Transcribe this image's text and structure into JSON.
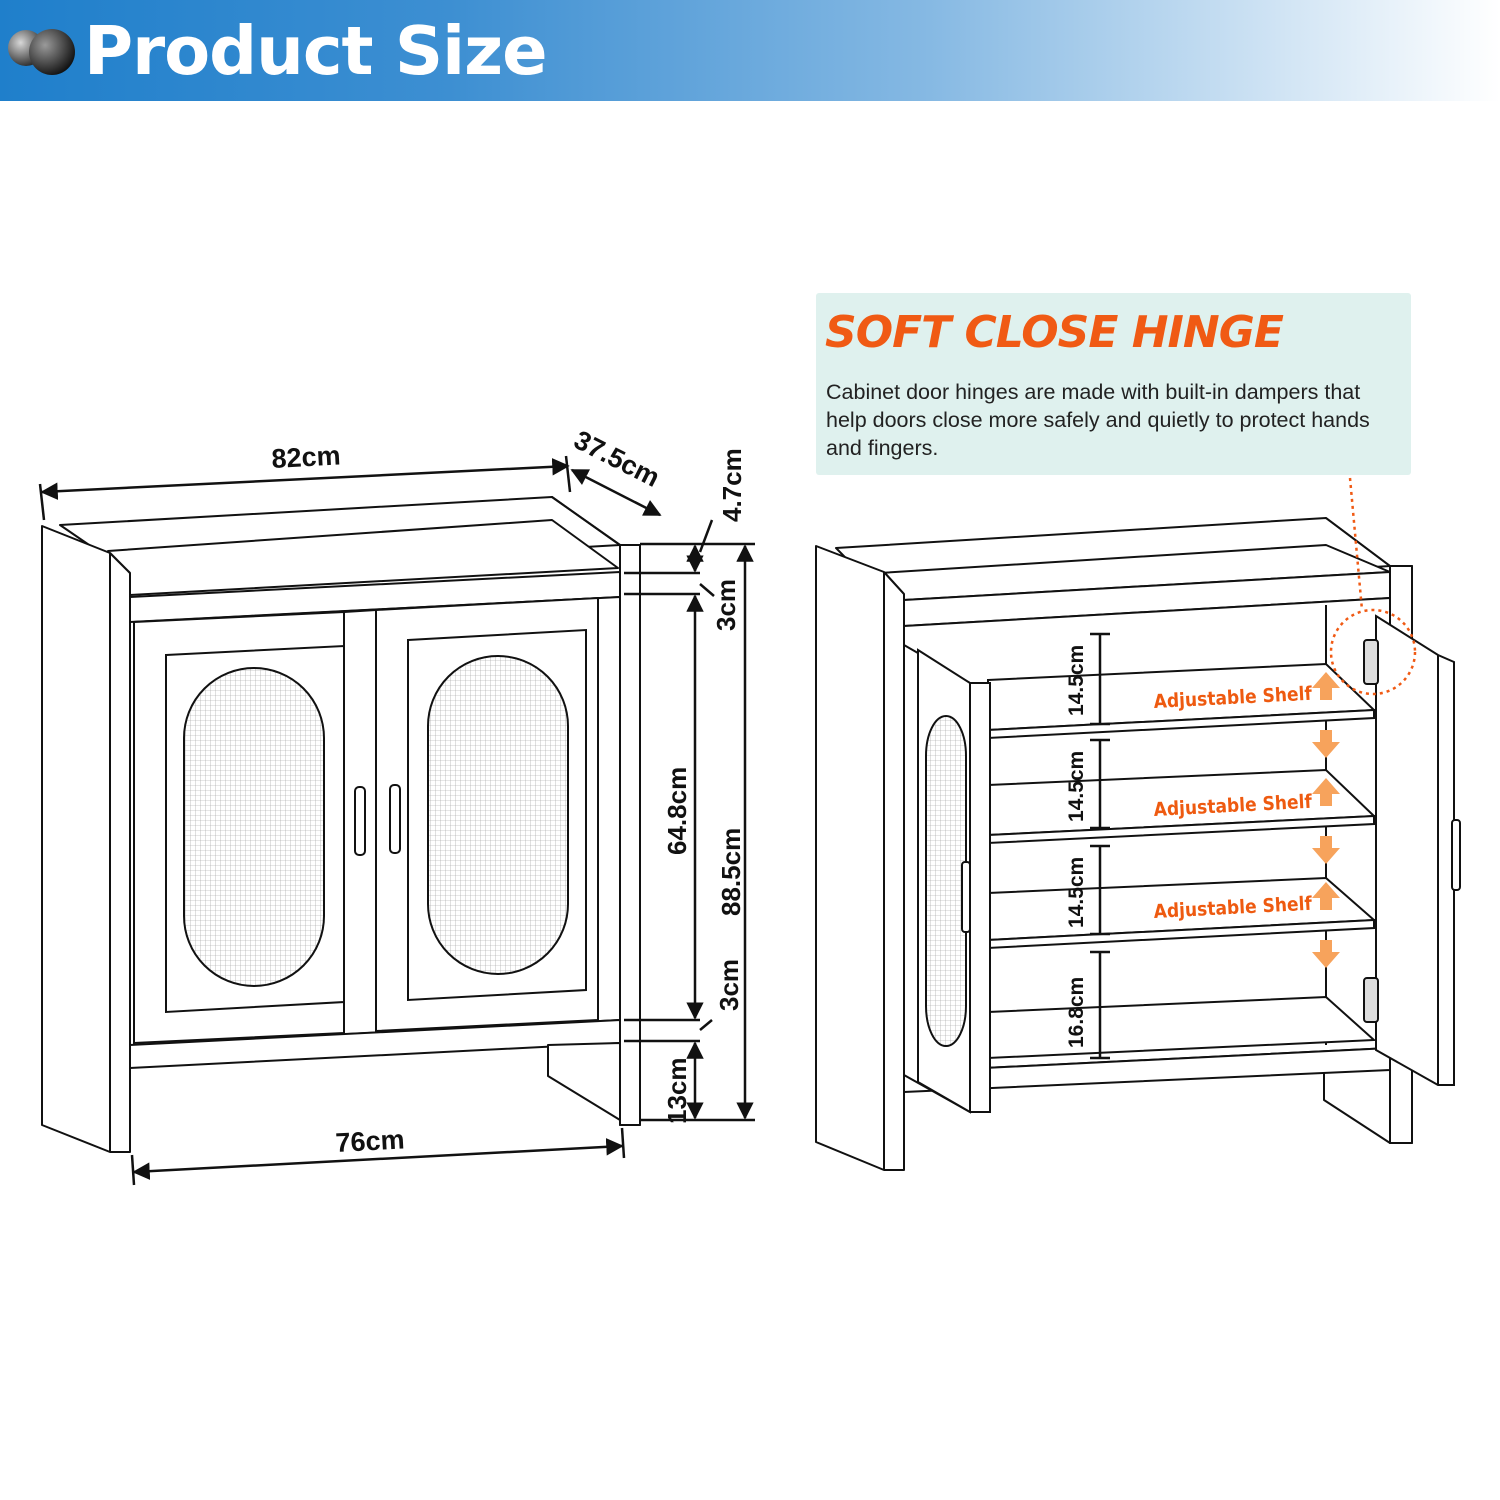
{
  "header": {
    "title": "Product Size"
  },
  "callout": {
    "title": "SOFT CLOSE HINGE",
    "text": "Cabinet door hinges are made with built-in dampers that help doors close more safely and quietly to protect hands and fingers."
  },
  "front_view": {
    "dimensions": {
      "width_top": "82cm",
      "depth": "37.5cm",
      "top_thickness": "4.7cm",
      "top_gap": "3cm",
      "cabinet_height": "64.8cm",
      "total_height": "88.5cm",
      "bottom_gap": "3cm",
      "leg_height": "13cm",
      "width_bottom": "76cm"
    }
  },
  "open_view": {
    "shelf_label": "Adjustable Shelf",
    "shelf_heights": [
      "14.5cm",
      "14.5cm",
      "14.5cm",
      "16.8cm"
    ]
  },
  "colors": {
    "accent": "#f05a14",
    "banner": "#1f7fcb",
    "callout_bg": "#dff1ee",
    "arrow": "#f7a35c"
  }
}
